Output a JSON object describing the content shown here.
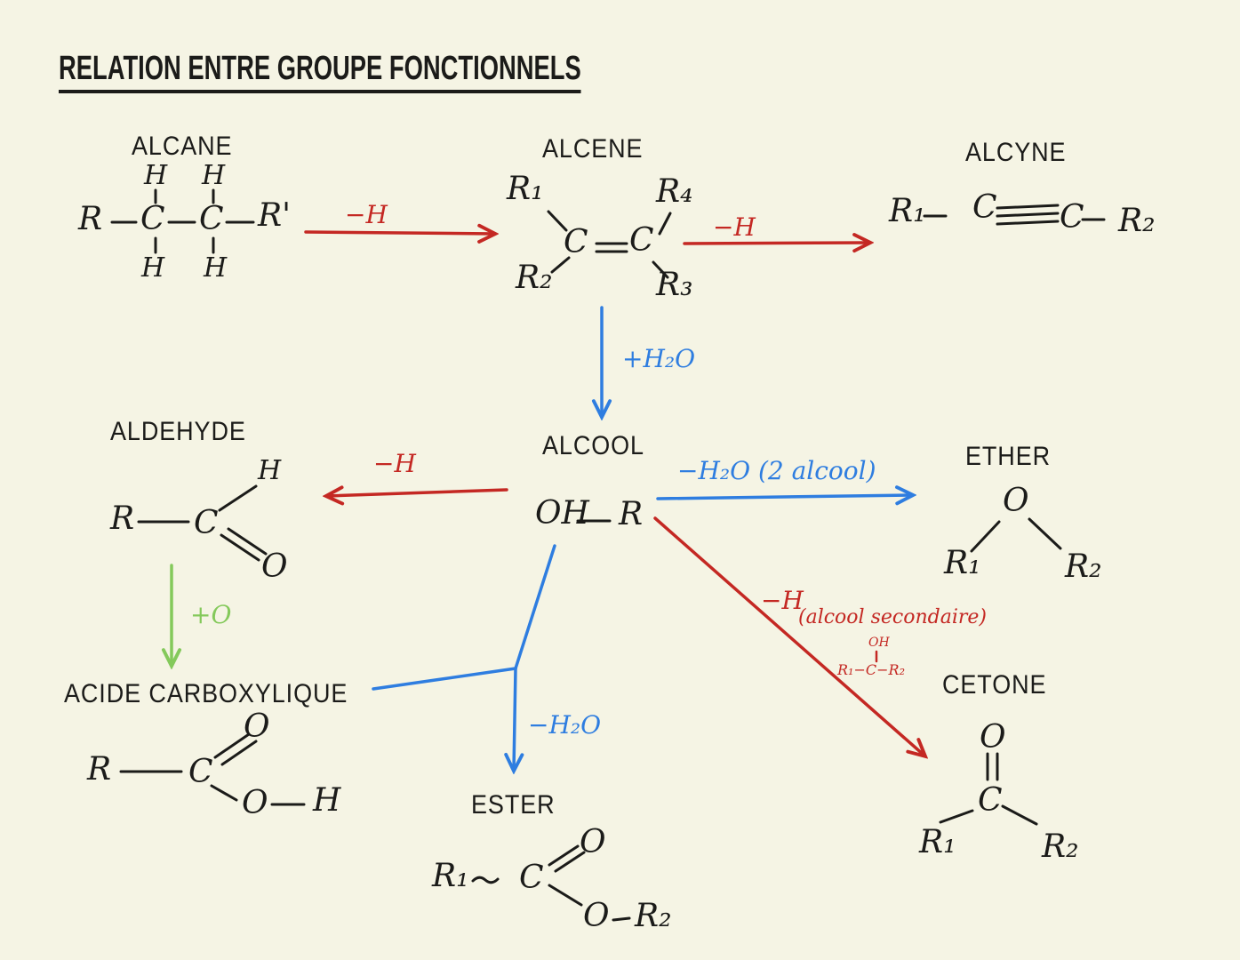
{
  "title": "RELATION ENTRE GROUPE FONCTIONNELS",
  "colors": {
    "background": "#f5f4e4",
    "ink": "#1b1b19",
    "red": "#c42823",
    "blue": "#2e7de0",
    "green": "#84c95b"
  },
  "groups": {
    "alcane": {
      "label": "ALCANE",
      "r_left": "R",
      "c1": "C",
      "c2": "C",
      "r_right": "R'",
      "h": "H"
    },
    "alcene": {
      "label": "ALCENE",
      "r1": "R₁",
      "r2": "R₂",
      "r3": "R₃",
      "r4": "R₄",
      "c1": "C",
      "c2": "C"
    },
    "alcyne": {
      "label": "ALCYNE",
      "r1": "R₁",
      "c1": "C",
      "c2": "C",
      "r2": "R₂"
    },
    "alcool": {
      "label": "ALCOOL",
      "oh": "OH",
      "r": "R"
    },
    "aldehyde": {
      "label": "ALDEHYDE",
      "r": "R",
      "c": "C",
      "h": "H",
      "o": "O"
    },
    "ether": {
      "label": "ETHER",
      "o": "O",
      "r1": "R₁",
      "r2": "R₂"
    },
    "acide": {
      "label": "ACIDE CARBOXYLIQUE",
      "r": "R",
      "c": "C",
      "o_top": "O",
      "o_bottom": "O",
      "h": "H"
    },
    "ester": {
      "label": "ESTER",
      "r1": "R₁",
      "c": "C",
      "o_top": "O",
      "o_bottom": "O",
      "r2": "R₂"
    },
    "cetone": {
      "label": "CETONE",
      "o": "O",
      "c": "C",
      "r1": "R₁",
      "r2": "R₂"
    }
  },
  "reactions": {
    "alcane_to_alcene": "−H",
    "alcene_to_alcyne": "−H",
    "alcene_to_alcool": "+H₂O",
    "alcool_to_aldehyde": "−H",
    "alcool_to_ether": "−H₂O (2 alcool)",
    "aldehyde_to_acide": "+O",
    "alcool_to_ester": "−H₂O",
    "alcool_to_cetone": "−H",
    "alcool_to_cetone_note": "(alcool secondaire)",
    "alcool_to_cetone_note_oh": "OH",
    "alcool_to_cetone_note_formula": "R₁−C−R₂"
  }
}
